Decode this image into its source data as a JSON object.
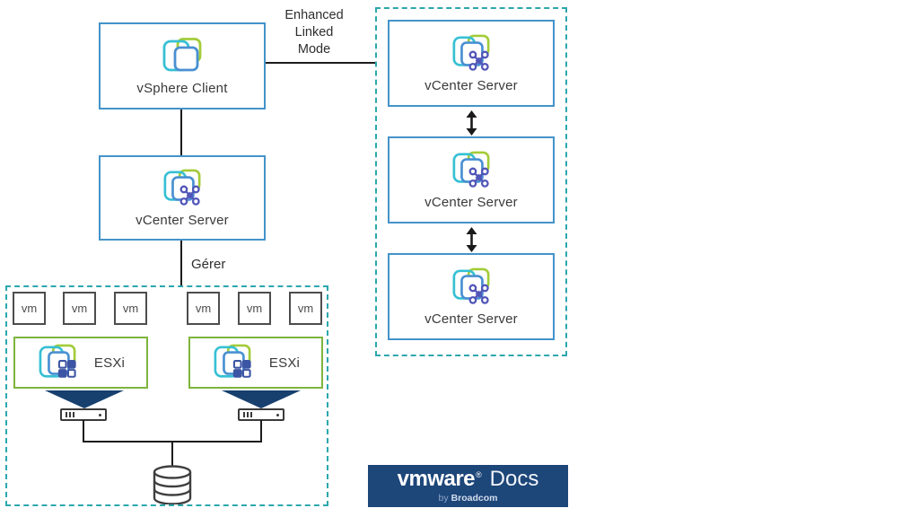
{
  "client": {
    "label": "vSphere Client"
  },
  "management_vcenter": {
    "label": "vCenter Server"
  },
  "labels": {
    "enhanced_linked_mode": [
      "Enhanced",
      "Linked",
      "Mode"
    ],
    "manage": "Gérer"
  },
  "linked_vcenters": [
    {
      "label": "vCenter Server"
    },
    {
      "label": "vCenter Server"
    },
    {
      "label": "vCenter Server"
    }
  ],
  "cluster": {
    "vms": [
      "vm",
      "vm",
      "vm",
      "vm",
      "vm",
      "vm"
    ],
    "hosts": [
      {
        "label": "ESXi"
      },
      {
        "label": "ESXi"
      }
    ]
  },
  "logo": {
    "brand": "vmware",
    "registered": "®",
    "product": "Docs",
    "by": "by",
    "company": "Broadcom"
  },
  "colors": {
    "box_border_blue": "#4493c9",
    "dashed_border_teal": "#2ba7ae",
    "esxi_border_green": "#7eb43e",
    "funnel_navy": "#17406e",
    "logo_background": "#1d4679",
    "connector_black": "#1c1c1c",
    "icon_cyan": "#36c0d4",
    "icon_green": "#a3cc39",
    "icon_blue": "#4a90d2",
    "icon_indigo": "#5156b8"
  }
}
